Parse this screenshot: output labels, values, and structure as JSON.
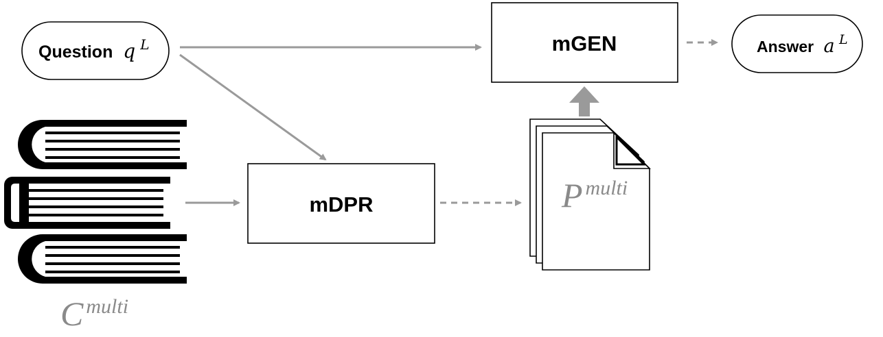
{
  "nodes": {
    "question": {
      "label": "Question",
      "var": "q",
      "sup": "L"
    },
    "answer": {
      "label": "Answer",
      "var": "a",
      "sup": "L"
    },
    "mgen": {
      "label": "mGEN"
    },
    "mdpr": {
      "label": "mDPR"
    },
    "corpus": {
      "var": "C",
      "sup": "multi",
      "icon": "books-stack-icon"
    },
    "passages": {
      "var": "P",
      "sup": "multi",
      "icon": "document-stack-icon"
    }
  },
  "colors": {
    "arrow": "#9a9a9a",
    "outline": "#000000",
    "math_gray": "#8a8a8a"
  }
}
